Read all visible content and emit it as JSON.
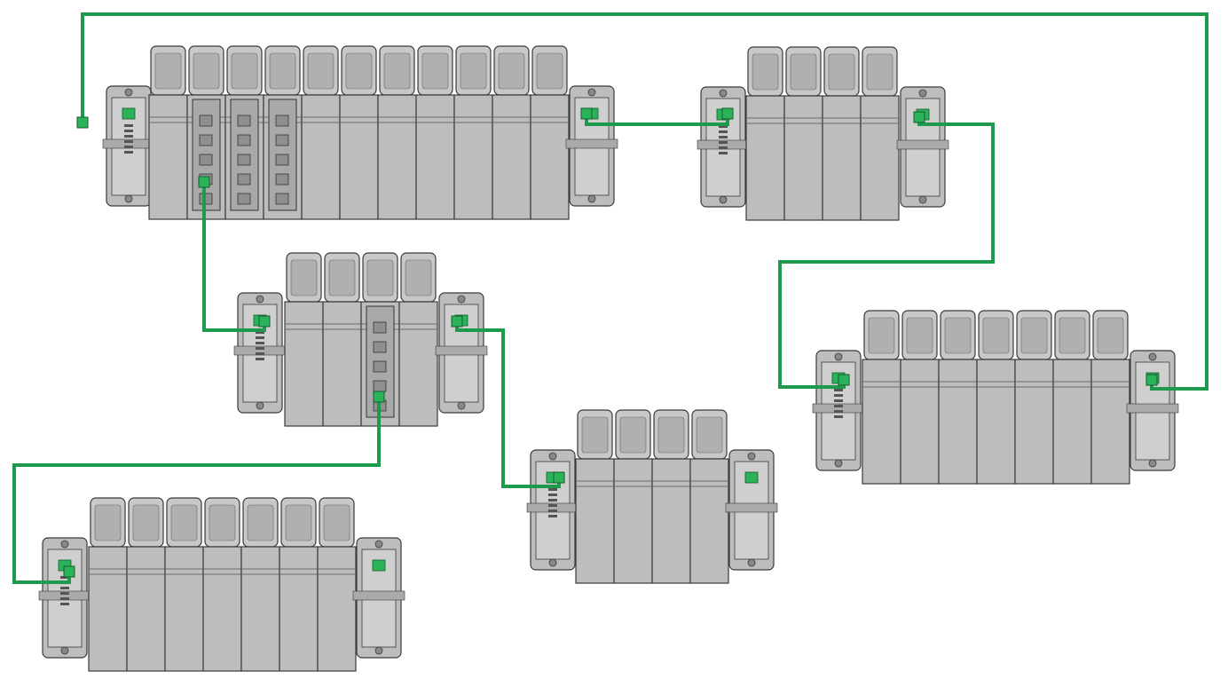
{
  "diagram": {
    "colors": {
      "cable": "#1f9a4c",
      "module_fill": "#bdbdbd",
      "module_top": "#c8c8c8",
      "module_stroke": "#3a3a3a",
      "port_fill": "#2bb35a",
      "background": "#ffffff"
    },
    "racks": [
      {
        "id": "rack-1",
        "modules": 11,
        "has_switch": true,
        "icon": "plc-rack"
      },
      {
        "id": "rack-2",
        "modules": 4,
        "has_switch": false,
        "icon": "plc-rack"
      },
      {
        "id": "rack-3",
        "modules": 4,
        "has_switch": true,
        "icon": "plc-rack"
      },
      {
        "id": "rack-4",
        "modules": 4,
        "has_switch": false,
        "icon": "plc-rack"
      },
      {
        "id": "rack-5",
        "modules": 7,
        "has_switch": false,
        "icon": "plc-rack"
      },
      {
        "id": "rack-6",
        "modules": 7,
        "has_switch": false,
        "icon": "plc-rack"
      }
    ],
    "links": [
      {
        "from": "rack-1",
        "to": "rack-5"
      },
      {
        "from": "rack-1",
        "to": "rack-2"
      },
      {
        "from": "rack-2",
        "to": "rack-5"
      },
      {
        "from": "rack-1",
        "to": "rack-3"
      },
      {
        "from": "rack-3",
        "to": "rack-4"
      },
      {
        "from": "rack-3",
        "to": "rack-6"
      }
    ]
  }
}
